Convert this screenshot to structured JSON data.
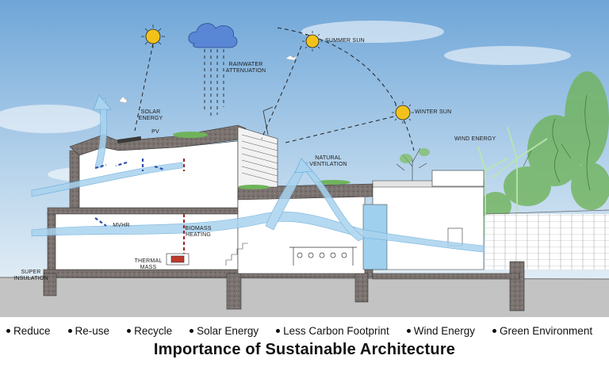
{
  "caption": "Importance of Sustainable Architecture",
  "legend": [
    "Reduce",
    "Re-use",
    "Recycle",
    "Solar Energy",
    "Less Carbon Footprint",
    "Wind Energy",
    "Green Environment"
  ],
  "labels": {
    "rainwater_attenuation": "RAINWATER\nATTENUATION",
    "summer_sun": "SUMMER SUN",
    "winter_sun": "WINTER SUN",
    "solar_energy": "SOLAR\nENERGY",
    "pv": "PV",
    "wind_energy": "WIND ENERGY",
    "natural_ventilation": "NATURAL\nVENTILATION",
    "mvhr": "MVHR",
    "biomass_heating": "BIOMASS\nHEATING",
    "thermal_mass": "THERMAL\nMASS",
    "super_insulation": "SUPER\nINSULATION"
  },
  "colors": {
    "sky_top": "#6fa6d8",
    "sky_bottom": "#e8f1f8",
    "sun": "#f2c21b",
    "cloud": "#5a86d6",
    "concrete": "#7b7370",
    "ground": "#bfbfbf",
    "airflow": "#a9d3ee",
    "arrow_blue": "#2f4fa8",
    "arrow_red": "#9c2a2a",
    "greenery": "#5ea64a"
  },
  "icons": [
    "sun-icon",
    "cloud-icon",
    "bird-icon",
    "wind-turbine-icon",
    "tree-icon"
  ]
}
